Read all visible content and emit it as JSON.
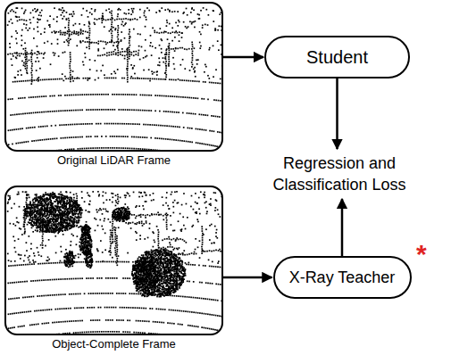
{
  "diagram": {
    "nodes": [
      {
        "text": [
          "Original LiDAR Frame"
        ]
      },
      {
        "text": [
          "Student"
        ]
      },
      {
        "text": [
          "Regression and Classification Loss"
        ]
      },
      {
        "text": [
          "Object-Complete Frame"
        ]
      },
      {
        "text": [
          "X-Ray Teacher"
        ]
      }
    ],
    "edges": [
      {
        "from": 0,
        "to": 1,
        "arrow": "to"
      },
      {
        "from": 1,
        "to": 2,
        "arrow": "to"
      },
      {
        "from": 3,
        "to": 4,
        "arrow": "to"
      },
      {
        "from": 4,
        "to": 2,
        "arrow": "to"
      }
    ],
    "labels": [
      "*"
    ]
  }
}
